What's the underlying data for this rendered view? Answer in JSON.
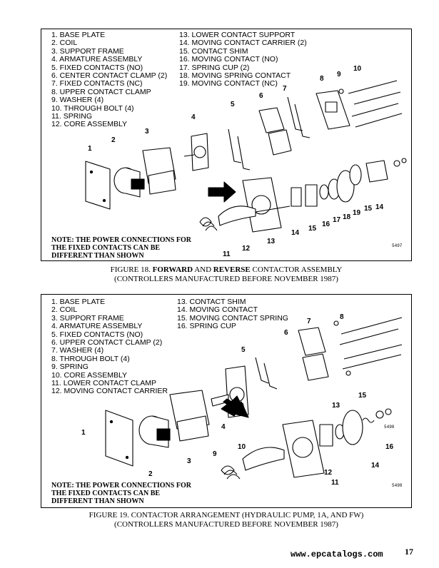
{
  "figure18": {
    "parts_left": [
      "1. BASE PLATE",
      "2. COIL",
      "3. SUPPORT FRAME",
      "4. ARMATURE ASSEMBLY",
      "5. FIXED CONTACTS (NO)",
      "6. CENTER CONTACT CLAMP (2)",
      "7. FIXED CONTACTS (NC)",
      "8. UPPER CONTACT CLAMP",
      "9. WASHER (4)",
      "10. THROUGH BOLT (4)",
      "11. SPRING",
      "12. CORE ASSEMBLY"
    ],
    "parts_right": [
      "13. LOWER CONTACT SUPPORT",
      "14. MOVING CONTACT CARRIER (2)",
      "15. CONTACT SHIM",
      "16. MOVING CONTACT (NO)",
      "17. SPRING CUP (2)",
      "18. MOVING SPRING CONTACT",
      "19. MOVING CONTACT (NC)"
    ],
    "note": "NOTE: THE POWER CONNECTIONS FOR\nTHE FIXED CONTACTS CAN BE\nDIFFERENT THAN SHOWN",
    "drawing_number": "5497",
    "caption_prefix": "FIGURE 18. ",
    "caption_bold1": "FORWARD",
    "caption_mid": " AND ",
    "caption_bold2": "REVERSE",
    "caption_suffix": " CONTACTOR ASSEMBLY",
    "caption_line2": "(CONTROLLERS MANUFACTURED BEFORE NOVEMBER 1987)",
    "callouts": [
      "1",
      "2",
      "3",
      "4",
      "5",
      "6",
      "7",
      "8",
      "9",
      "10",
      "11",
      "12",
      "13",
      "14",
      "15",
      "16",
      "17",
      "18",
      "19",
      "14",
      "15"
    ]
  },
  "figure19": {
    "parts_left": [
      "1. BASE PLATE",
      "2. COIL",
      "3. SUPPORT FRAME",
      "4. ARMATURE ASSEMBLY",
      "5. FIXED CONTACTS (NO)",
      "6. UPPER CONTACT CLAMP (2)",
      "7. WASHER (4)",
      "8. THROUGH BOLT (4)",
      "9. SPRING",
      "10. CORE ASSEMBLY",
      "11. LOWER CONTACT CLAMP",
      "12. MOVING CONTACT CARRIER"
    ],
    "parts_right": [
      "13. CONTACT SHIM",
      "14. MOVING CONTACT",
      "15. MOVING CONTACT SPRING",
      "16. SPRING CUP"
    ],
    "note": "NOTE: THE POWER CONNECTIONS FOR\nTHE FIXED CONTACTS CAN BE\nDIFFERENT THAN SHOWN",
    "drawing_number": "5498",
    "drawing_number_inner": "5498",
    "caption_line1": "FIGURE 19. CONTACTOR ARRANGEMENT (HYDRAULIC PUMP, 1A, AND FW)",
    "caption_line2": "(CONTROLLERS MANUFACTURED BEFORE NOVEMBER 1987)",
    "callouts": [
      "1",
      "2",
      "3",
      "4",
      "5",
      "6",
      "7",
      "8",
      "9",
      "10",
      "11",
      "12",
      "13",
      "14",
      "15",
      "16"
    ]
  },
  "footer": {
    "url": "www.epcatalogs.com",
    "page_number": "17"
  }
}
